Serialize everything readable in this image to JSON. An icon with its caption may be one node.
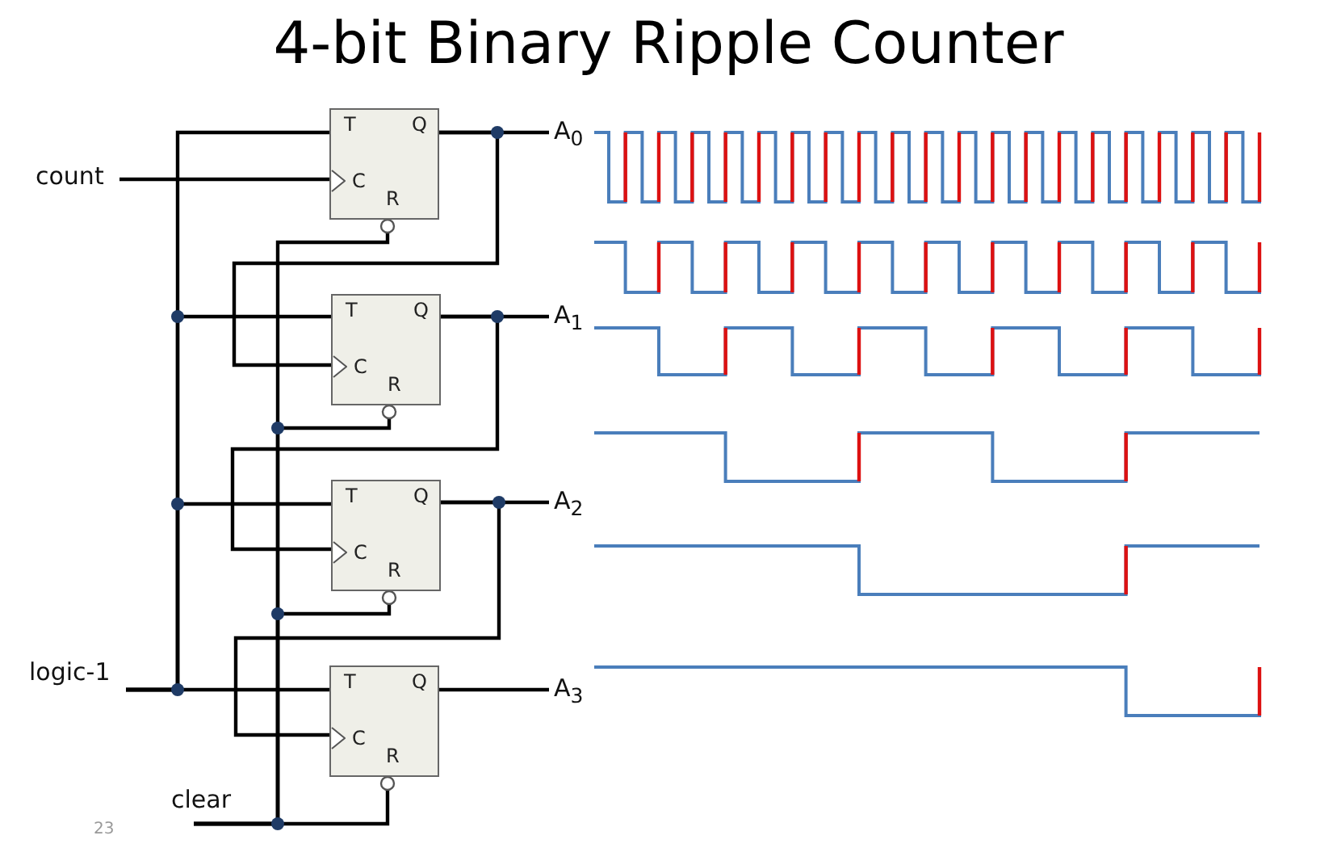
{
  "diagram": {
    "title": "4-bit Binary Ripple Counter",
    "nodes": [
      {
        "text": [
          "count"
        ]
      },
      {
        "text": [
          "logic-1"
        ]
      },
      {
        "text": [
          "clear"
        ]
      },
      {
        "text": [
          "T",
          "Q",
          "C",
          "R"
        ]
      },
      {
        "text": [
          "T",
          "Q",
          "C",
          "R"
        ]
      },
      {
        "text": [
          "T",
          "Q",
          "C",
          "R"
        ]
      },
      {
        "text": [
          "T",
          "Q",
          "C",
          "R"
        ]
      },
      {
        "text": [
          "A$_{0}$"
        ]
      },
      {
        "text": [
          "A$_{1}$"
        ]
      },
      {
        "text": [
          "A$_{2}$"
        ]
      },
      {
        "text": [
          "A$_{3}$"
        ]
      }
    ],
    "edges": [
      {
        "from": 0,
        "to": 3,
        "arrow": "none"
      },
      {
        "from": 3,
        "to": 7,
        "arrow": "none"
      },
      {
        "from": 3,
        "to": 4,
        "arrow": "none"
      },
      {
        "from": 4,
        "to": 8,
        "arrow": "none"
      },
      {
        "from": 4,
        "to": 5,
        "arrow": "none"
      },
      {
        "from": 5,
        "to": 9,
        "arrow": "none"
      },
      {
        "from": 5,
        "to": 6,
        "arrow": "none"
      },
      {
        "from": 6,
        "to": 10,
        "arrow": "none"
      },
      {
        "from": 1,
        "to": 3,
        "arrow": "none"
      },
      {
        "from": 1,
        "to": 4,
        "arrow": "none"
      },
      {
        "from": 1,
        "to": 5,
        "arrow": "none"
      },
      {
        "from": 1,
        "to": 6,
        "arrow": "none"
      },
      {
        "from": 2,
        "to": 3,
        "arrow": "none"
      },
      {
        "from": 2,
        "to": 4,
        "arrow": "none"
      },
      {
        "from": 2,
        "to": 5,
        "arrow": "none"
      },
      {
        "from": 2,
        "to": 6,
        "arrow": "none"
      }
    ],
    "labels": [
      "23"
    ]
  }
}
